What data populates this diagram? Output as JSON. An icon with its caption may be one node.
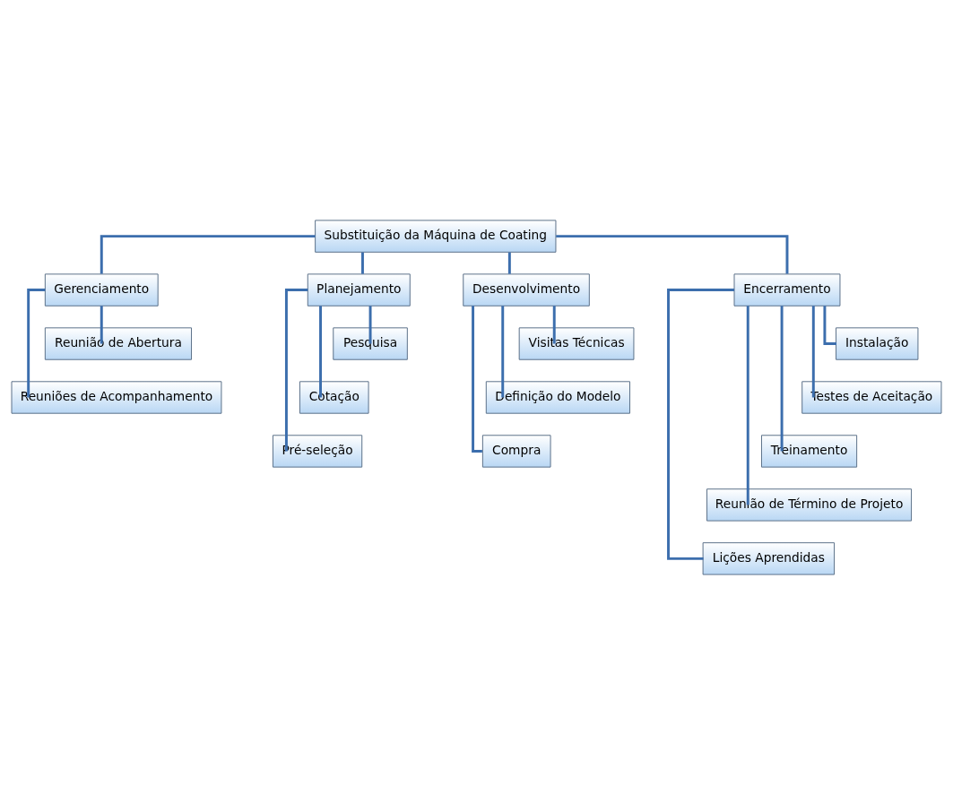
{
  "diagram": {
    "nodes": [
      {
        "text": [
          "Substituição da Máquina de Coating"
        ]
      },
      {
        "text": [
          "Gerenciamento"
        ]
      },
      {
        "text": [
          "Reunião de Abertura"
        ]
      },
      {
        "text": [
          "Reuniões de Acompanhamento"
        ]
      },
      {
        "text": [
          "Planejamento"
        ]
      },
      {
        "text": [
          "Pesquisa"
        ]
      },
      {
        "text": [
          "Cotação"
        ]
      },
      {
        "text": [
          "Pré-seleção"
        ]
      },
      {
        "text": [
          "Desenvolvimento"
        ]
      },
      {
        "text": [
          "Visitas Técnicas"
        ]
      },
      {
        "text": [
          "Definição do Modelo"
        ]
      },
      {
        "text": [
          "Compra"
        ]
      },
      {
        "text": [
          "Encerramento"
        ]
      },
      {
        "text": [
          "Instalação"
        ]
      },
      {
        "text": [
          "Testes de Aceitação"
        ]
      },
      {
        "text": [
          "Treinamento"
        ]
      },
      {
        "text": [
          "Reunião de Término de Projeto"
        ]
      },
      {
        "text": [
          "Lições Aprendidas"
        ]
      }
    ],
    "edges": [
      {
        "from": 0,
        "to": 1,
        "arrow": "none"
      },
      {
        "from": 0,
        "to": 4,
        "arrow": "none"
      },
      {
        "from": 0,
        "to": 8,
        "arrow": "none"
      },
      {
        "from": 0,
        "to": 12,
        "arrow": "none"
      },
      {
        "from": 1,
        "to": 2,
        "arrow": "none"
      },
      {
        "from": 1,
        "to": 3,
        "arrow": "none"
      },
      {
        "from": 4,
        "to": 5,
        "arrow": "none"
      },
      {
        "from": 4,
        "to": 6,
        "arrow": "none"
      },
      {
        "from": 4,
        "to": 7,
        "arrow": "none"
      },
      {
        "from": 8,
        "to": 9,
        "arrow": "none"
      },
      {
        "from": 8,
        "to": 10,
        "arrow": "none"
      },
      {
        "from": 8,
        "to": 11,
        "arrow": "none"
      },
      {
        "from": 12,
        "to": 13,
        "arrow": "none"
      },
      {
        "from": 12,
        "to": 14,
        "arrow": "none"
      },
      {
        "from": 12,
        "to": 15,
        "arrow": "none"
      },
      {
        "from": 12,
        "to": 16,
        "arrow": "none"
      },
      {
        "from": 12,
        "to": 17,
        "arrow": "none"
      }
    ]
  }
}
